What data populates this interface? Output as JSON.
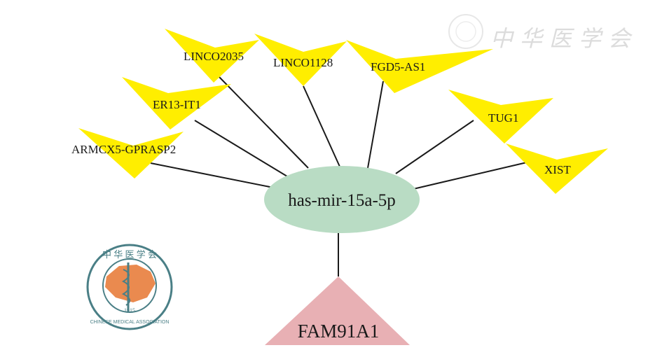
{
  "hub": {
    "label": "has-mir-15a-5p",
    "color": "#b9dcc4"
  },
  "target": {
    "label": "FAM91A1",
    "color": "#e8b0b4"
  },
  "lncrnas": [
    {
      "label": "ARMCX5-GPRASP2"
    },
    {
      "label": "ER13-IT1"
    },
    {
      "label": "LINCO2035"
    },
    {
      "label": "LINCO1128"
    },
    {
      "label": "FGD5-AS1"
    },
    {
      "label": "TUG1"
    },
    {
      "label": "XIST"
    }
  ],
  "lncrna_color": "#ffee00",
  "logo": {
    "chinese": "中华医学会",
    "english": "CHINESE MEDICAL ASSOCIATION",
    "year": "1915"
  },
  "watermark": {
    "text": "中华医学会"
  }
}
